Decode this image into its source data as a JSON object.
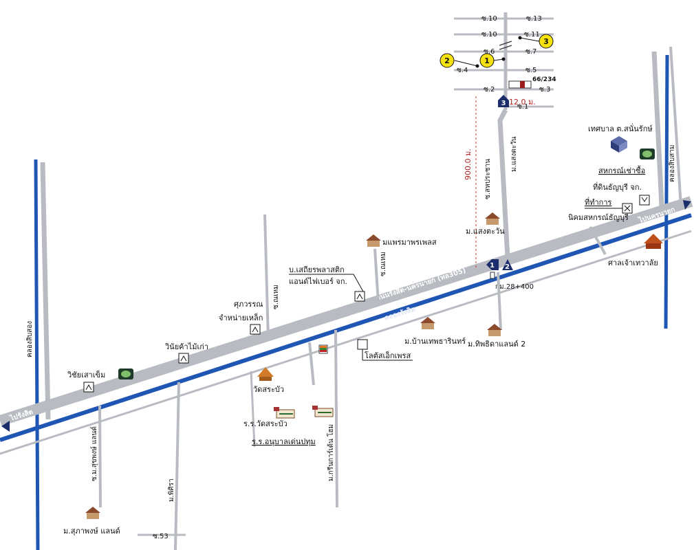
{
  "map": {
    "main_road_label": "ถนนรังสิต-นครนายก (ทล305)",
    "canal_label": "คลองรังสิต",
    "to_left_label": "ไปรังสิต",
    "to_right_label": "ไปนครนายก",
    "left_canal_label": "คลองสิบสอง",
    "right_canal_label": "คลองสิบสาม",
    "km_label": "กม.28+400",
    "distance_long": "900.0 ม.",
    "distance_short": "12.0 ม.",
    "house_number": "66/234",
    "soi_labels": {
      "s1": "ซ.1",
      "s2": "ซ.2",
      "s3": "ซ.3",
      "s4": "ซ.4",
      "s5": "ซ.5",
      "s6": "ซ.6",
      "s7": "ซ.7",
      "s10a": "ซ.10",
      "s10b": "ซ.10",
      "s11": "ซ.11",
      "s13": "ซ.13",
      "s53": "ซ.53"
    },
    "markers": {
      "m1": "1",
      "m2": "2",
      "m3": "3"
    },
    "route_markers": {
      "r1": "1",
      "r2": "2",
      "r3": "3"
    },
    "side_roads": {
      "sahakorn": "ซ.สหประชาน",
      "saengtawan": "ม.แสงตะวัน",
      "sukhapong_road": "ซ.ม.สุขพงษ์ แลนด์",
      "phirom": "ม.พิศิรา",
      "green_home": "ม.กรีนการ์เด้น โฮม",
      "soi_nearby_a": "ซ.ณเหม",
      "soi_nearby_b": "ซ.ณเหม"
    },
    "places": {
      "tessaban": "เทศบาล ต.สนั่นรักษ์",
      "cooperative_line1": "สหกรณ์เช่าซื้อ",
      "cooperative_line2": "ที่ดินธัญบุรี จก.",
      "office_line1": "ที่ทำการ",
      "office_line2": "นิคมสหกรณ์ธัญบุรี",
      "shrine": "ศาลเจ้าเทวาลัย",
      "saengtawan_village": "ม.แสงตะวัน",
      "phraemaphorn": "มแพรมาพรเพลส",
      "setthi_line1": "บ.เสถียรพลาสติก",
      "setthi_line2": "แอนด์ไฟเบอร์ จก.",
      "supawan_line1": "ศุภวรรณ",
      "supawan_line2": "จำหน่ายเหล็ก",
      "winai": "วินัยค้าไม้เก่า",
      "wichai": "วิชัยเสาเข็ม",
      "wat_sabua": "วัดสระบัว",
      "school_sabua": "ร.ร.วัดสระบัว",
      "school_anuban": "ร.ร.อนุบาลเด่นปทุม",
      "lotus": "โลตัสเอ็กเพรส",
      "baan_thep": "ม.บ้านเทพธารินทร์",
      "thipida": "ม.ทิพธิดาแลนด์ 2",
      "sukhapong_village": "ม.สุภาพงษ์ แลนด์"
    },
    "colors": {
      "road_grey": "#b8bcc2",
      "canal_blue": "#1f55b3",
      "marker_yellow": "#f5e10b",
      "route_navy": "#1b2d6b",
      "dashed_red": "#c0392b",
      "building_brown": "#8b4a2b"
    }
  }
}
